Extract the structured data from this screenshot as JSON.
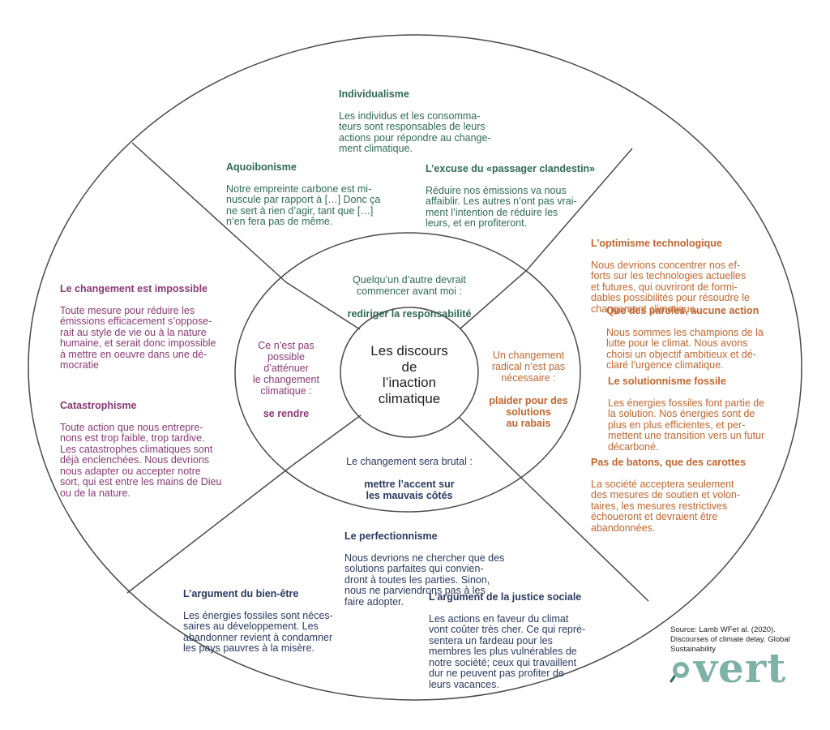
{
  "center_title": "Les discours\nde\nl’inaction\nclimatique",
  "inner": {
    "top": {
      "normal": "Quelqu’un d’autre devrait\ncommencer avant moi :",
      "bold": "rediriger la responsabilité"
    },
    "left": {
      "normal": "Ce n’est pas\npossible\nd’atténuer\nle changement\nclimatique :",
      "bold": "se rendre"
    },
    "right": {
      "normal": "Un changement\nradical n’est pas\nnécessaire :",
      "bold": "plaider pour des\nsolutions\nau rabais"
    },
    "bottom": {
      "normal": "Le changement sera brutal :",
      "bold": "mettre l’accent sur\nles mauvais côtés"
    }
  },
  "outer": {
    "individualisme": {
      "title": "Individualisme",
      "text": "Les individus et les consomma-\nteurs sont responsables de leurs\nactions pour répondre au change-\nment climatique."
    },
    "aquoibonisme": {
      "title": "Aquoibonisme",
      "text": "Notre empreinte carbone est mi-\nnuscule par rapport à […] Donc ça\nne sert à rien d’agir, tant que […]\nn’en fera pas de même."
    },
    "passager": {
      "title": "L’excuse du «passager clandestin»",
      "text": "Réduire nos émissions va nous\naffaiblir. Les autres n’ont pas vrai-\nment l’intention de réduire les\nleurs, et en profiteront."
    },
    "impossible": {
      "title": "Le changement est impossible",
      "text": "Toute mesure pour réduire les\némissions efficacement s’oppose-\nrait au style de vie ou à la nature\nhumaine, et serait donc impossible\nà mettre en oeuvre dans une dé-\nmocratie"
    },
    "catastrophisme": {
      "title": "Catastrophisme",
      "text": "Toute action que nous entrepre-\nnons est trop faible, trop tardive.\nLes catastrophes climatiques sont\ndéjà enclenchées. Nous devrions\nnous adapter ou accepter notre\nsort, qui est entre les mains de Dieu\nou de la nature."
    },
    "optimisme": {
      "title": "L’optimisme technologique",
      "text": "Nous devrions concentrer nos ef-\nforts sur les technologies actuelles\net futures, qui ouvriront de formi-\ndables possibilités pour résoudre le\nchangement climatique."
    },
    "paroles": {
      "title": "Que des paroles, aucune action",
      "text": "Nous sommes les champions de la\nlutte pour le climat. Nous avons\nchoisi un objectif ambitieux et dé-\nclaré l’urgence climatique."
    },
    "solutionnisme": {
      "title": "Le solutionnisme fossile",
      "text": "Les énergies fossiles font partie de\nla solution. Nos énergies sont de\nplus en plus efficientes, et per-\nmettent une transition vers un futur\ndécarboné."
    },
    "batons": {
      "title": "Pas de batons, que des carottes",
      "text": "La société accepterа seulement\ndes mesures de soutien et volon-\ntaires, les mesures restrictives\néchoueront et devraient être\nabandonnées."
    },
    "perfectionnisme": {
      "title": "Le perfectionnisme",
      "text": "Nous devrions ne chercher que des\nsolutions parfaites qui convien-\ndront à toutes les parties. Sinon,\nnous ne parviendrons pas à les\nfaire adopter."
    },
    "bien_etre": {
      "title": "L’argument du bien-être",
      "text": "Les énergies fossiles sont néces-\nsaires au développement. Les\nabandonner revient à condamner\nles pays pauvres à la misère."
    },
    "justice": {
      "title": "L’argument de la justice sociale",
      "text": "Les actions en faveur du climat\nvont coûter très cher. Ce qui repré-\nsentera un fardeau pour les\nmembres les plus vulnérables de\nnotre société; ceux qui travaillent\ndur ne peuvent pas profiter de\nleurs vacances."
    }
  },
  "source": "Source: Lamb WFet al. (2020).\nDiscourses of climate delay. Global\nSustainability",
  "logo": {
    "text": "vert",
    "icon": "leaf-magnifier-icon"
  },
  "colors": {
    "green": "#2f6b54",
    "purple": "#8a3a74",
    "orange": "#c2662e",
    "navy": "#2a3a5e",
    "line": "#4a4a4a",
    "logo": "#7fb2a6"
  }
}
